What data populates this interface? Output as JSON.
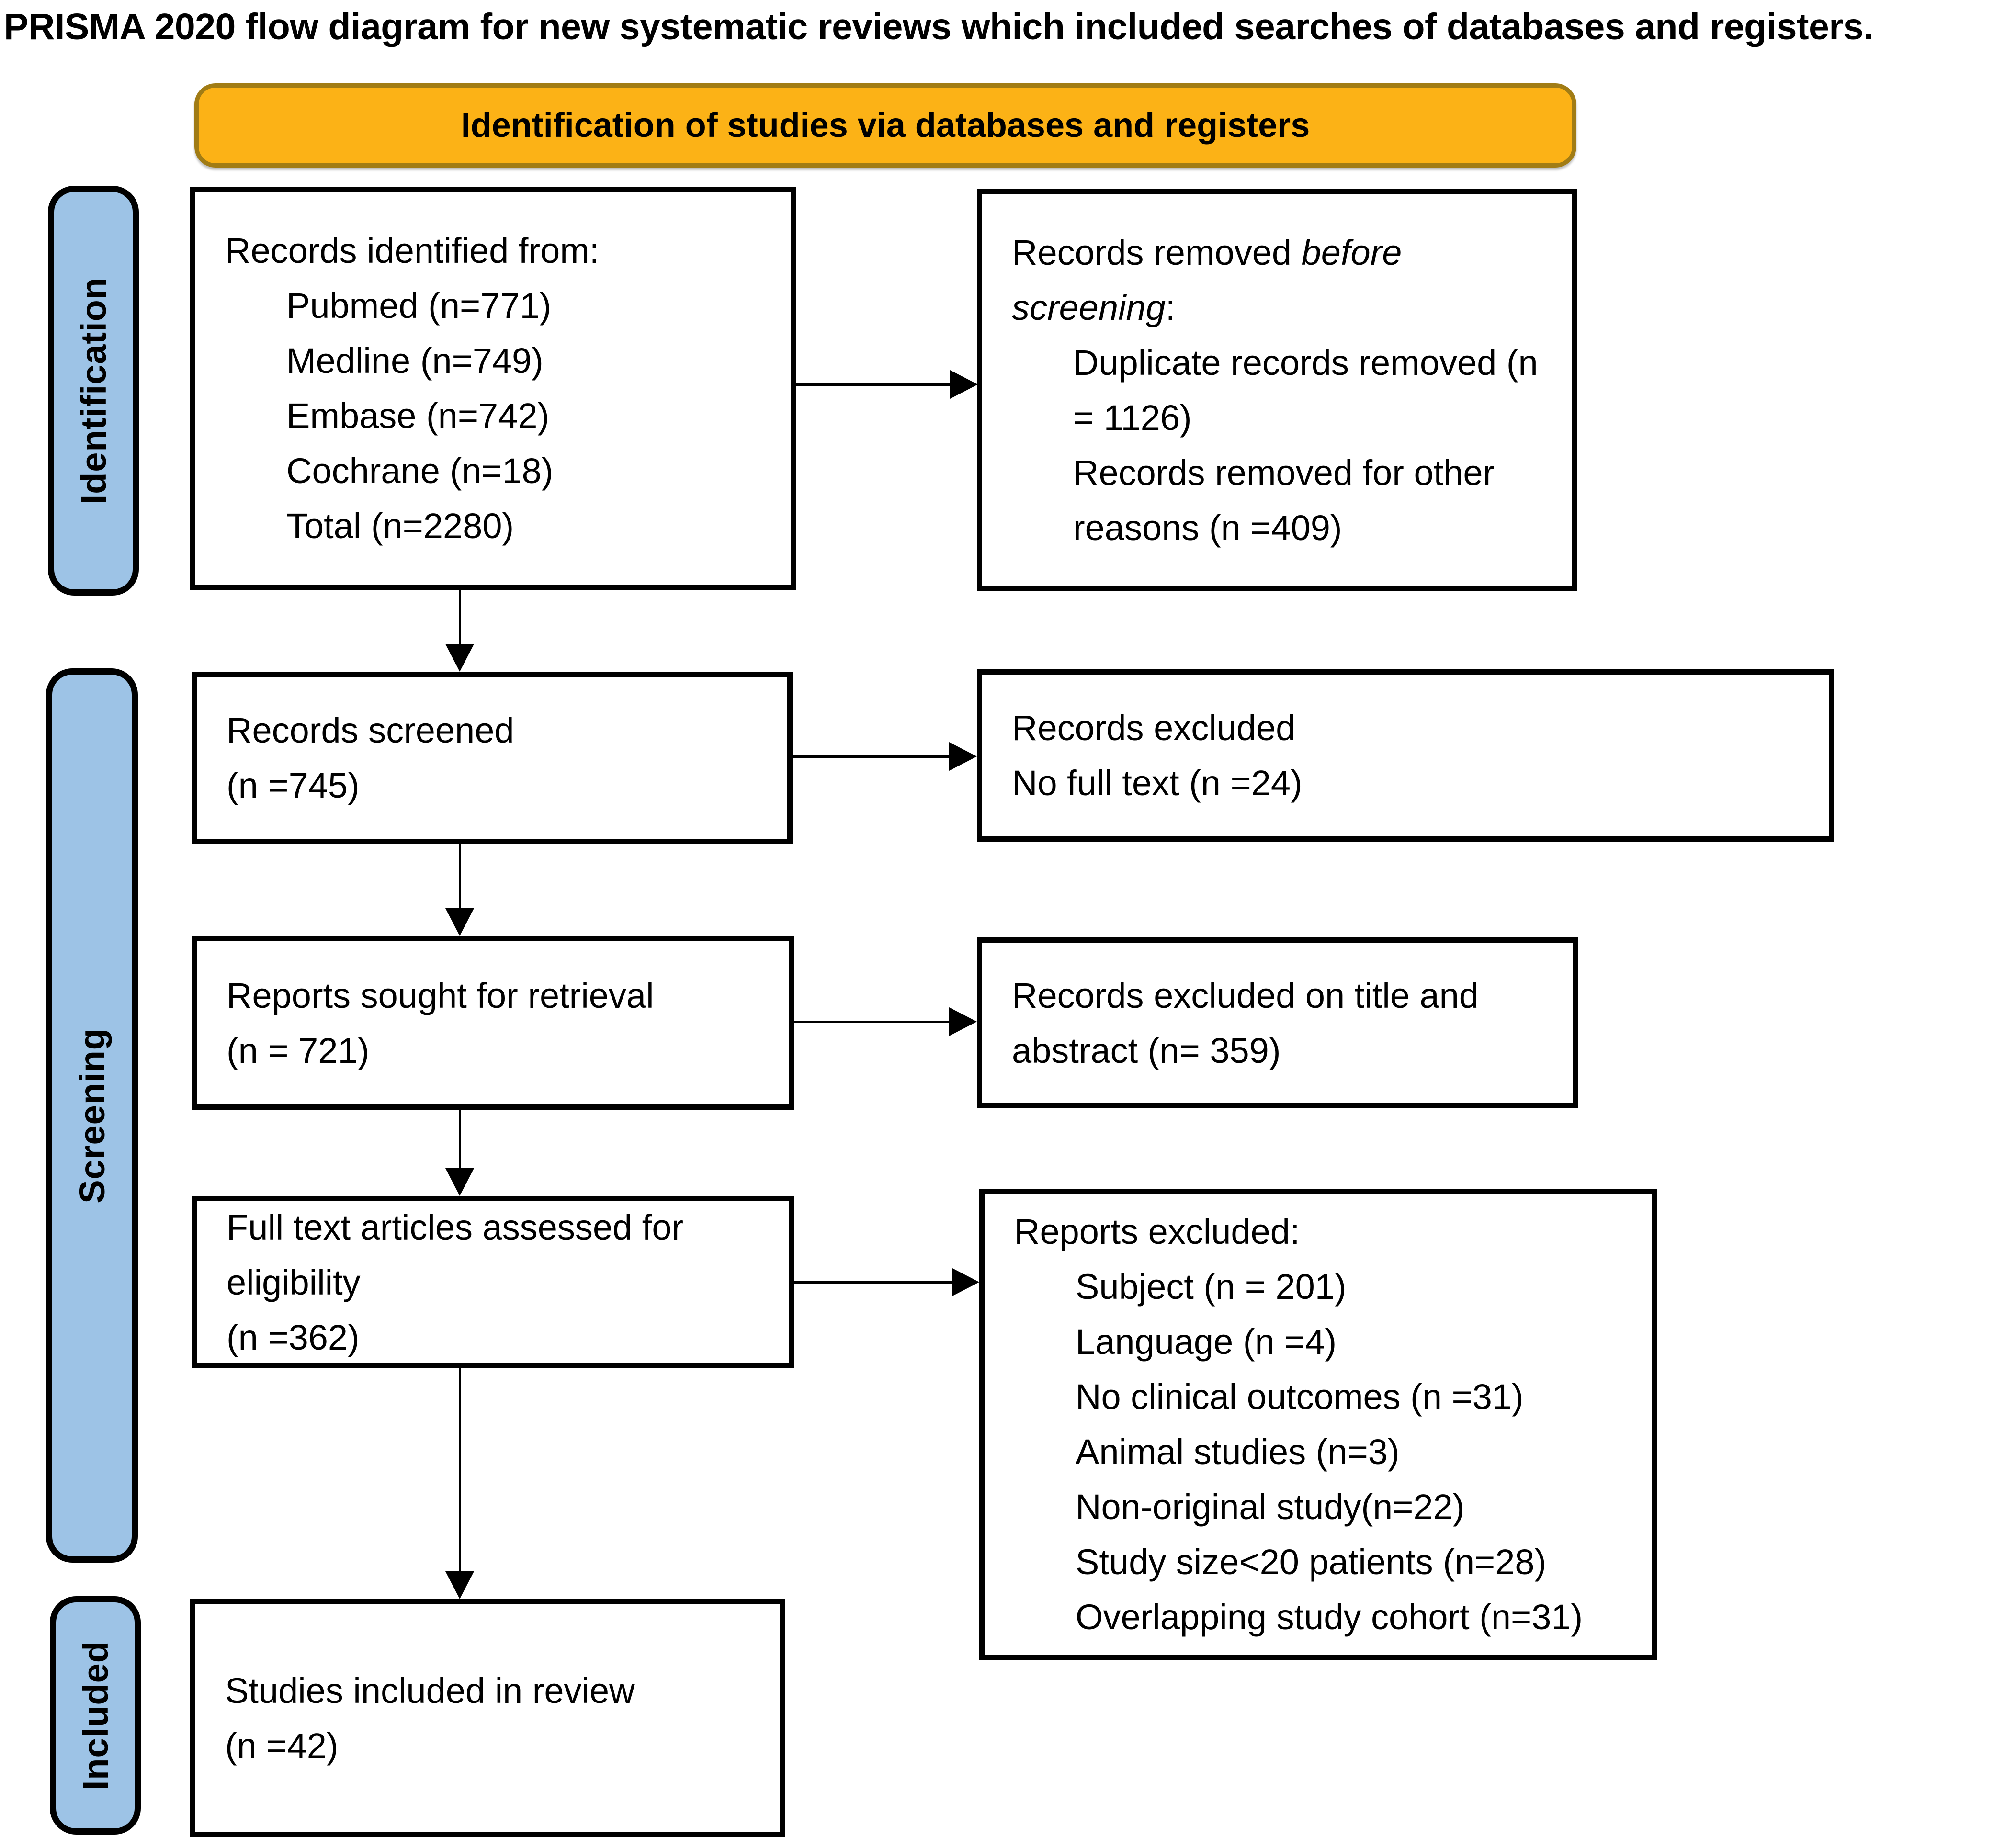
{
  "title": "PRISMA 2020 flow diagram for new systematic reviews which included searches of databases and registers.",
  "banner": {
    "label": "Identification of studies via databases and registers"
  },
  "sidebar": {
    "items": [
      {
        "label": "Identification"
      },
      {
        "label": "Screening"
      },
      {
        "label": "Included"
      }
    ]
  },
  "boxes": {
    "identified": {
      "header": "Records identified from:",
      "items": [
        "Pubmed (n=771)",
        "Medline (n=749)",
        "Embase (n=742)",
        "Cochrane (n=18)",
        "Total (n=2280)"
      ]
    },
    "removed": {
      "header_prefix": "Records removed ",
      "header_italic": "before screening",
      "header_suffix": ":",
      "items": [
        "Duplicate records removed (n = 1126)",
        "Records removed for other reasons (n =409)"
      ]
    },
    "screened": {
      "lines": [
        "Records screened",
        "(n =745)"
      ]
    },
    "excluded_no_fulltext": {
      "lines": [
        "Records excluded",
        "No full text (n =24)"
      ]
    },
    "sought": {
      "lines": [
        "Reports sought for retrieval",
        "(n = 721)"
      ]
    },
    "excluded_title_abstract": {
      "text": "Records excluded on title and abstract (n= 359)"
    },
    "assessed": {
      "lines": [
        "Full text articles assessed for eligibility",
        "(n =362)"
      ]
    },
    "reports_excluded": {
      "header": "Reports excluded:",
      "items": [
        "Subject (n = 201)",
        "Language (n =4)",
        "No clinical outcomes (n =31)",
        "Animal studies (n=3)",
        "Non-original study(n=22)",
        "Study size<20 patients (n=28)",
        "Overlapping study cohort (n=31)"
      ]
    },
    "included_review": {
      "lines": [
        "Studies included in review",
        "(n =42)"
      ]
    }
  },
  "colors": {
    "banner_bg": "#FCB216",
    "banner_border": "#A17C15",
    "sidebar_bg": "#9DC3E6",
    "box_border": "#000000",
    "arrow": "#000000"
  }
}
